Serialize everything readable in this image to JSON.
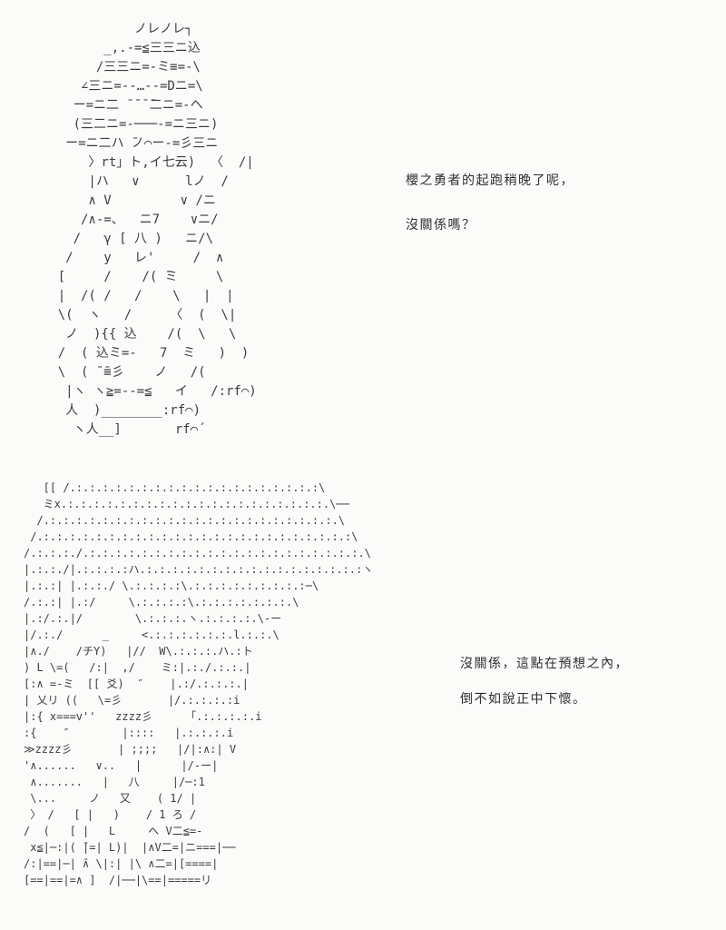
{
  "page": {
    "background_color": "#fbfbfa",
    "aa_text_color": "#3d3d3d",
    "dialogue_text_color": "#2e2e2e"
  },
  "dialogue": [
    {
      "lines": [
        "櫻之勇者的起跑稍晚了呢，",
        "沒關係嗎？"
      ]
    },
    {
      "lines": [
        "沒關係，這點在預想之內，",
        "倒不如說正中下懷。"
      ]
    }
  ],
  "ascii_art": [
    {
      "name": "character-1-arms-crossed",
      "lines": [
        "              ノレノレ┐",
        "          _,.-=≦三三ニ込",
        "         /三三ニ=-ミ≡=-\\",
        "       ∠三ニ=-‐…‐-=Dニ=\\",
        "      ー=ニ二 ̄ ̄ ̄ ̄二ニ=-ヘ",
        "      (三二ニ=-───-=ニ三ニ)",
        "     ー=ニ二ハ ̄ノ⌒ー-=彡三ニ",
        "        〉rt」ト,イ七云)  〈  /|",
        "        |ハ   ∨      lノ  /",
        "        ∧ V         ∨ /ニ",
        "       /∧-=、  ニ7    ∨ニ/",
        "      /   γ [ 八 )   ニ/\\",
        "     /    y   レ'     /  ∧",
        "    [     /    /( ̄ミ     \\",
        "    |  /( /   /    \\   |  |",
        "    \\(  ヽ   /     〈  (  \\|",
        "     ノ  ){{ 込    /(  \\   \\",
        "    /  ( 込ミ=-   7  ミ   )  )",
        "    \\  ( ̄ ̄≡彡    ノ   /(",
        "     |ヽ ヽ≧=-‐=≦   イ   /:rf⌒)",
        "     人  )________:rf⌒)",
        "      ヽ人__]       rf⌒´"
      ]
    },
    {
      "name": "character-2-sleeping",
      "lines": [
        "   [[ /.:.:.:.:.:.:.:.:.:.:.:.:.:.:.:.:.:.:.:\\",
        "   ミx.:.:.:.:.:.:.:.:.:.:.:.:.:.:.:.:.:.:.:.:.\\──",
        "  /.:.:.:.:.:.:.:.:.:.:.:.:.:.:.:.:.:.:.:.:.:.:.\\",
        " /.:.:.:.:.:.:.:.:.:.:.:.:.:.:.:.:.:.:.:.:.:.:.:.:\\",
        "/.:.:.:./.:.:.:.:.:.:.:.:.:.:.:.:.:.:.:.:.:.:.:.:.:.\\",
        "|.:.:./|.:.:.:.:ハ.:.:.:.:.:.:.:.:.:.:.:.:.:.:.:.:.:ヽ",
        "|.:.:| |.:.:./ \\.:.:.:.:\\.:.:.:.:.:.:.:.:.:─\\",
        "/.:.:| |.:/     \\.:.:.:.:\\.:.:.:.:.:.:.:.\\",
        "|.:/.:.|/        \\.:.:.:.ヽ.:.:.:.:.\\‐ー",
        "|/.:./      _     <.:.:.:.:.:.:.l.:.:.\\",
        "|∧./    /チY)   |//  W\\.:.:.:.ハ.:ト",
        ") L \\=(   /:|  ,/    ミ:|.:./.:.:.|",
        "[:∧ =‐ミ  [[ 爻)  ″    |.:/.:.:.:.|",
        "| 乂リ ((   \\=彡       |/.:.:.:.:i",
        "|:{ x===v''   zzzz彡     「.:.:.:.:.i",
        ":{    ″        |::::   |.:.:.:.i",
        "≫zzzz彡       | ;;;;   |/|:∧:| V",
        "'∧......   ∨..   |      |/‐ー|",
        " ∧.......   |   八     |/─:1",
        " \\...     ノ   又    ( 1/ |",
        " 〉 /   [ |   )    / 1 ろ /",
        "/  (   [ |   L     へ V二≦=-",
        " x≦|─:|( ̄|=| L)|  |∧V二=|ニ===|──",
        "/:|==|─| ̄∧ \\|:| |\\ ∧二=|[====|",
        "[==|==|=∧ ]  /|──|\\==|=====リ"
      ]
    }
  ]
}
